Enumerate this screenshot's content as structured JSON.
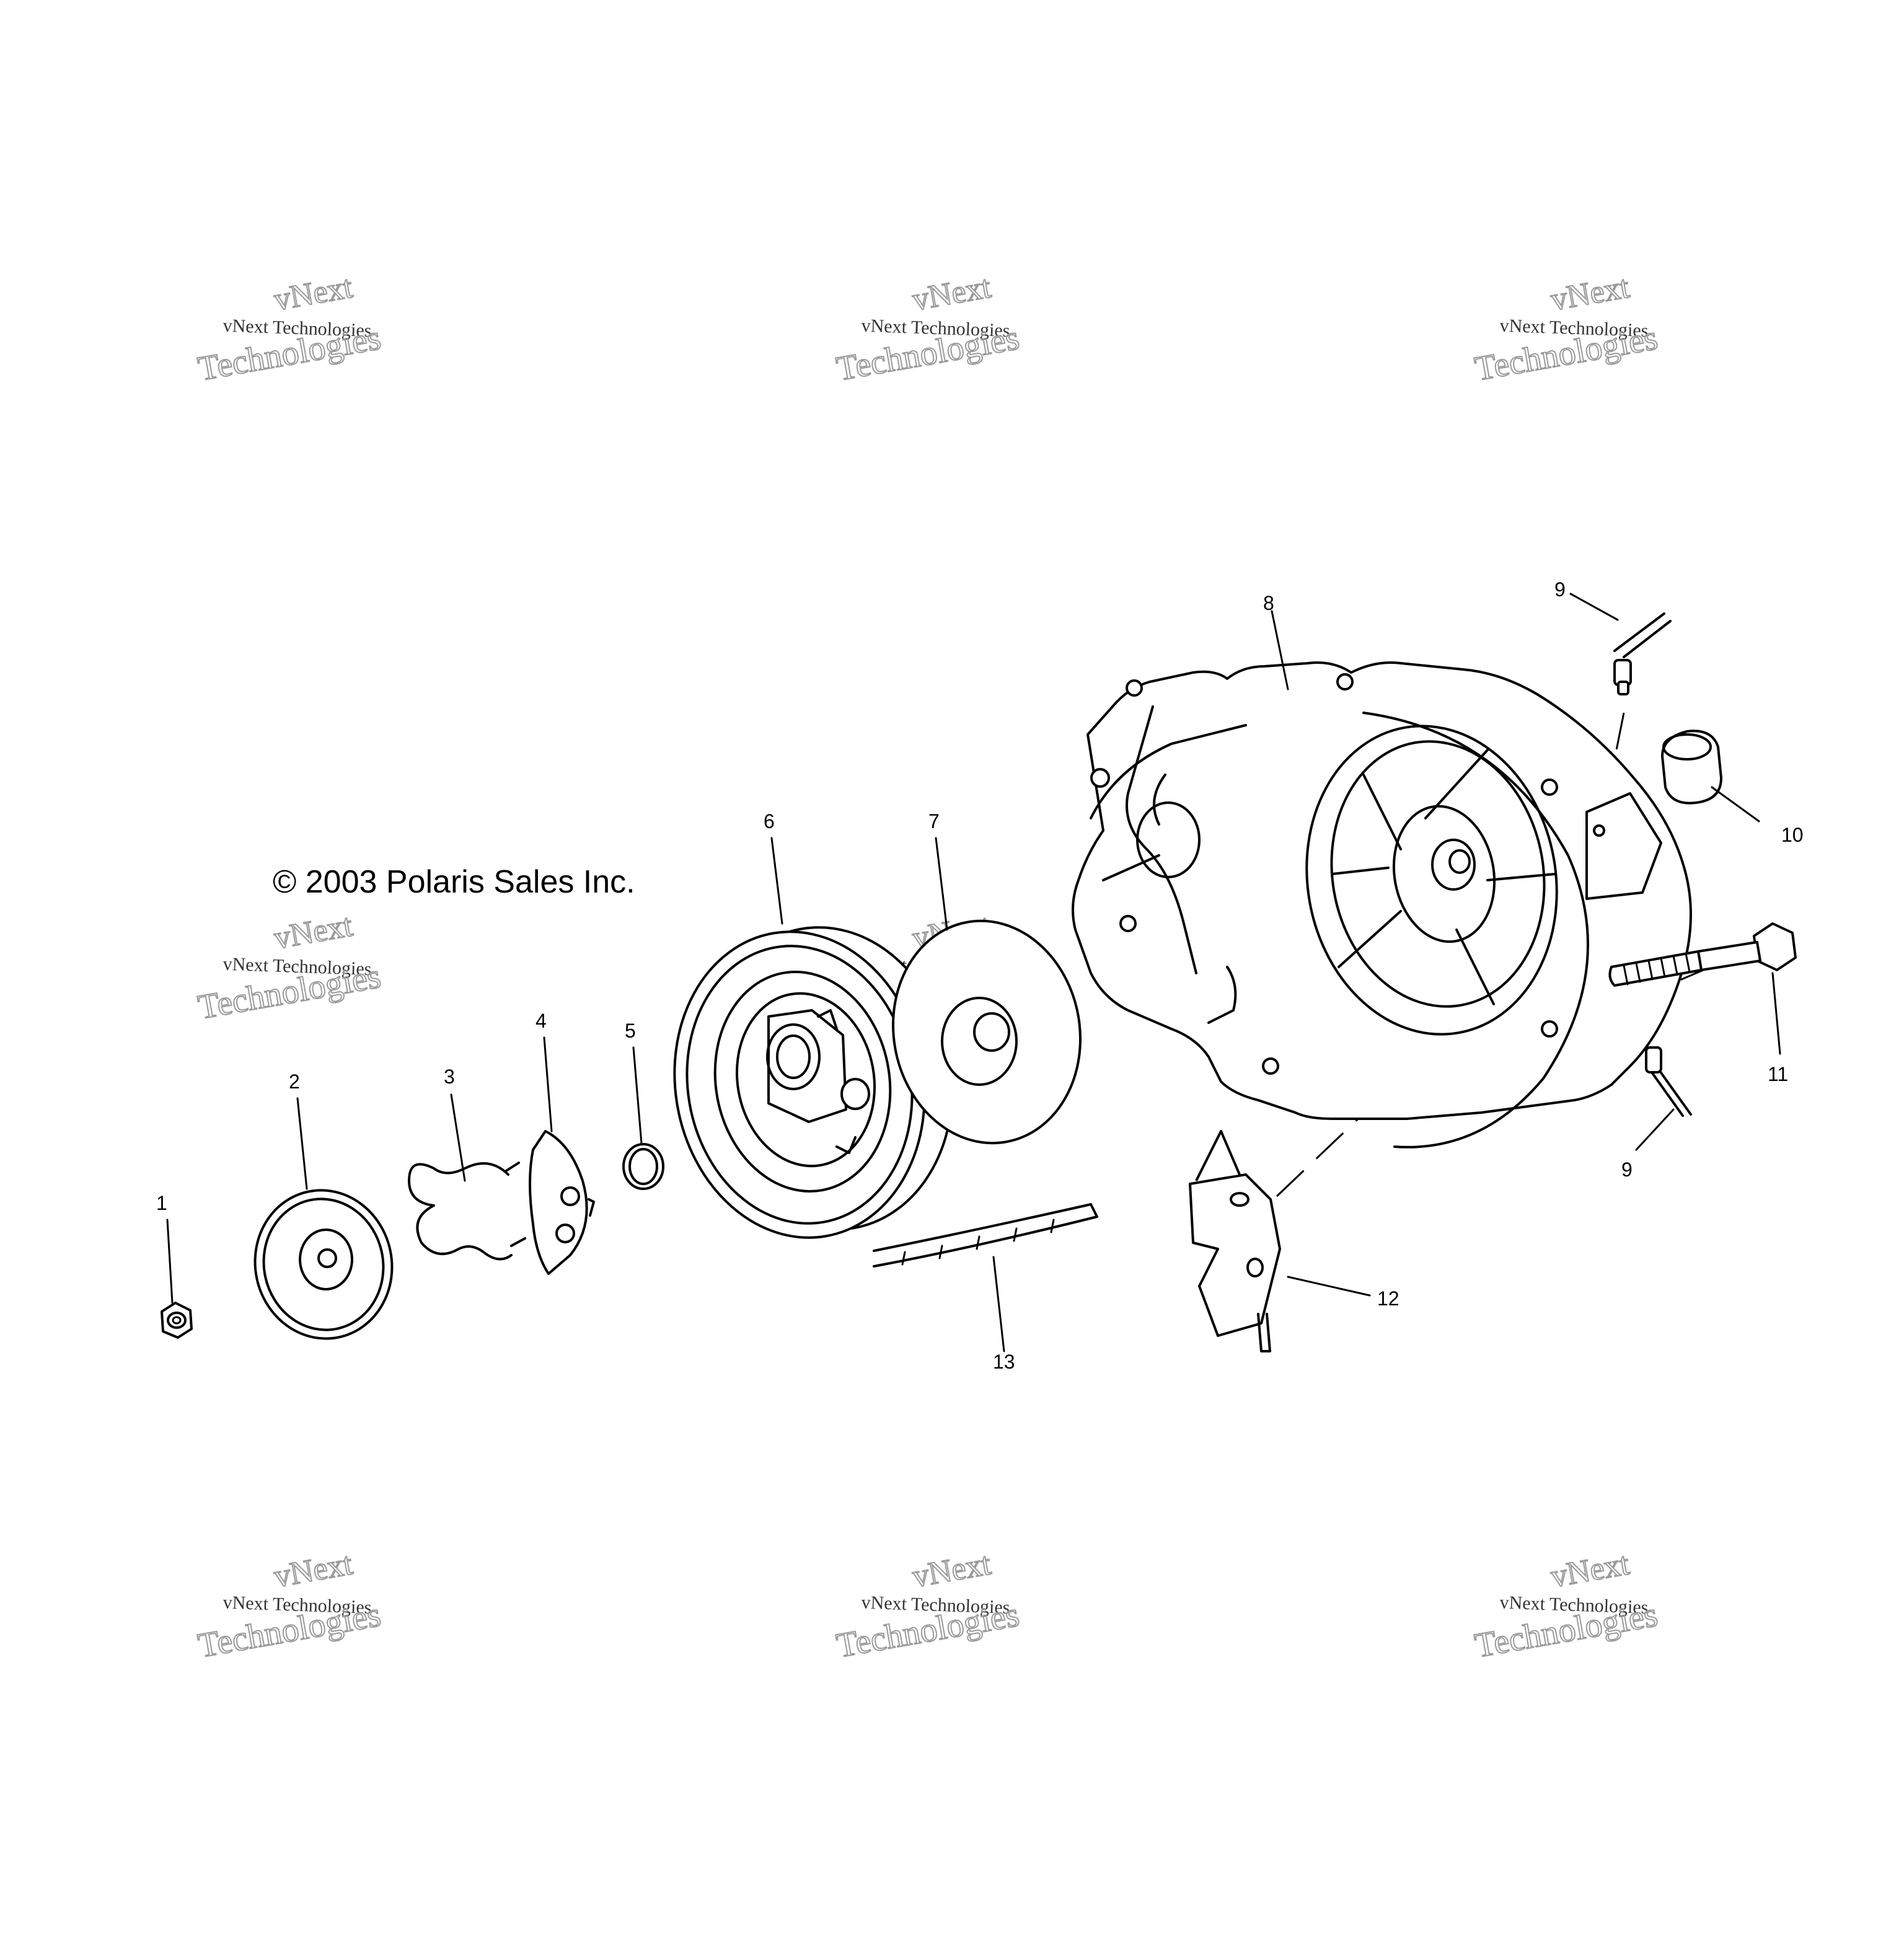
{
  "copyright": "© 2003 Polaris Sales Inc.",
  "watermark": {
    "line_primary": "vNext Technologies",
    "line_large_top": "vNext",
    "line_large_bottom": "Technologies",
    "color": "#9a9a9a"
  },
  "callouts": {
    "c1": "1",
    "c2": "2",
    "c3": "3",
    "c4": "4",
    "c5": "5",
    "c6": "6",
    "c7": "7",
    "c8": "8",
    "c9_top": "9",
    "c9_bottom": "9",
    "c10": "10",
    "c11": "11",
    "c12": "12",
    "c13": "13"
  },
  "colors": {
    "line": "#000000",
    "background": "#ffffff"
  }
}
